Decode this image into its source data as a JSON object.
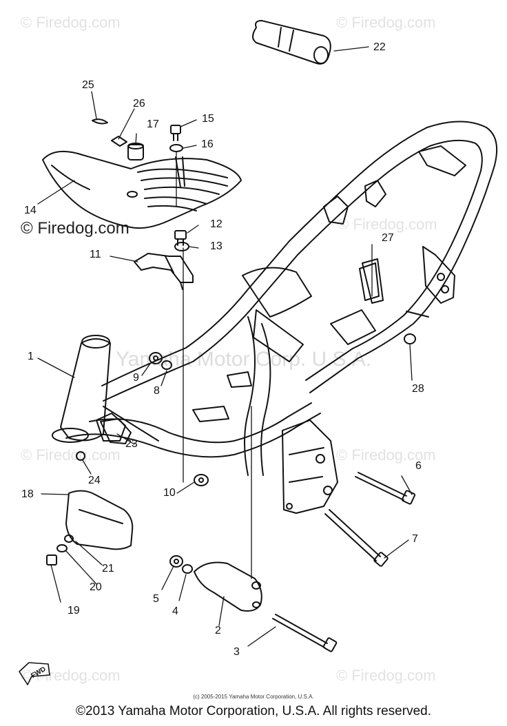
{
  "watermarks": {
    "brand": "© Firedog.com",
    "center": "Yamaha Motor Corp. U.S.A."
  },
  "callouts": {
    "c1": "1",
    "c2": "2",
    "c3": "3",
    "c4": "4",
    "c5": "5",
    "c6": "6",
    "c7": "7",
    "c8": "8",
    "c9": "9",
    "c10": "10",
    "c11": "11",
    "c12": "12",
    "c13": "13",
    "c14": "14",
    "c15": "15",
    "c16": "16",
    "c17": "17",
    "c18": "18",
    "c19": "19",
    "c20": "20",
    "c21": "21",
    "c22": "22",
    "c23": "23",
    "c24": "24",
    "c25": "25",
    "c26": "26",
    "c27": "27",
    "c28": "28"
  },
  "fwd_label": "FWD",
  "small_copyright": "(c) 2005-2015 Yamaha Motor Corporation, U.S.A.",
  "footer": "©2013 Yamaha Motor Corporation, U.S.A. All rights reserved."
}
